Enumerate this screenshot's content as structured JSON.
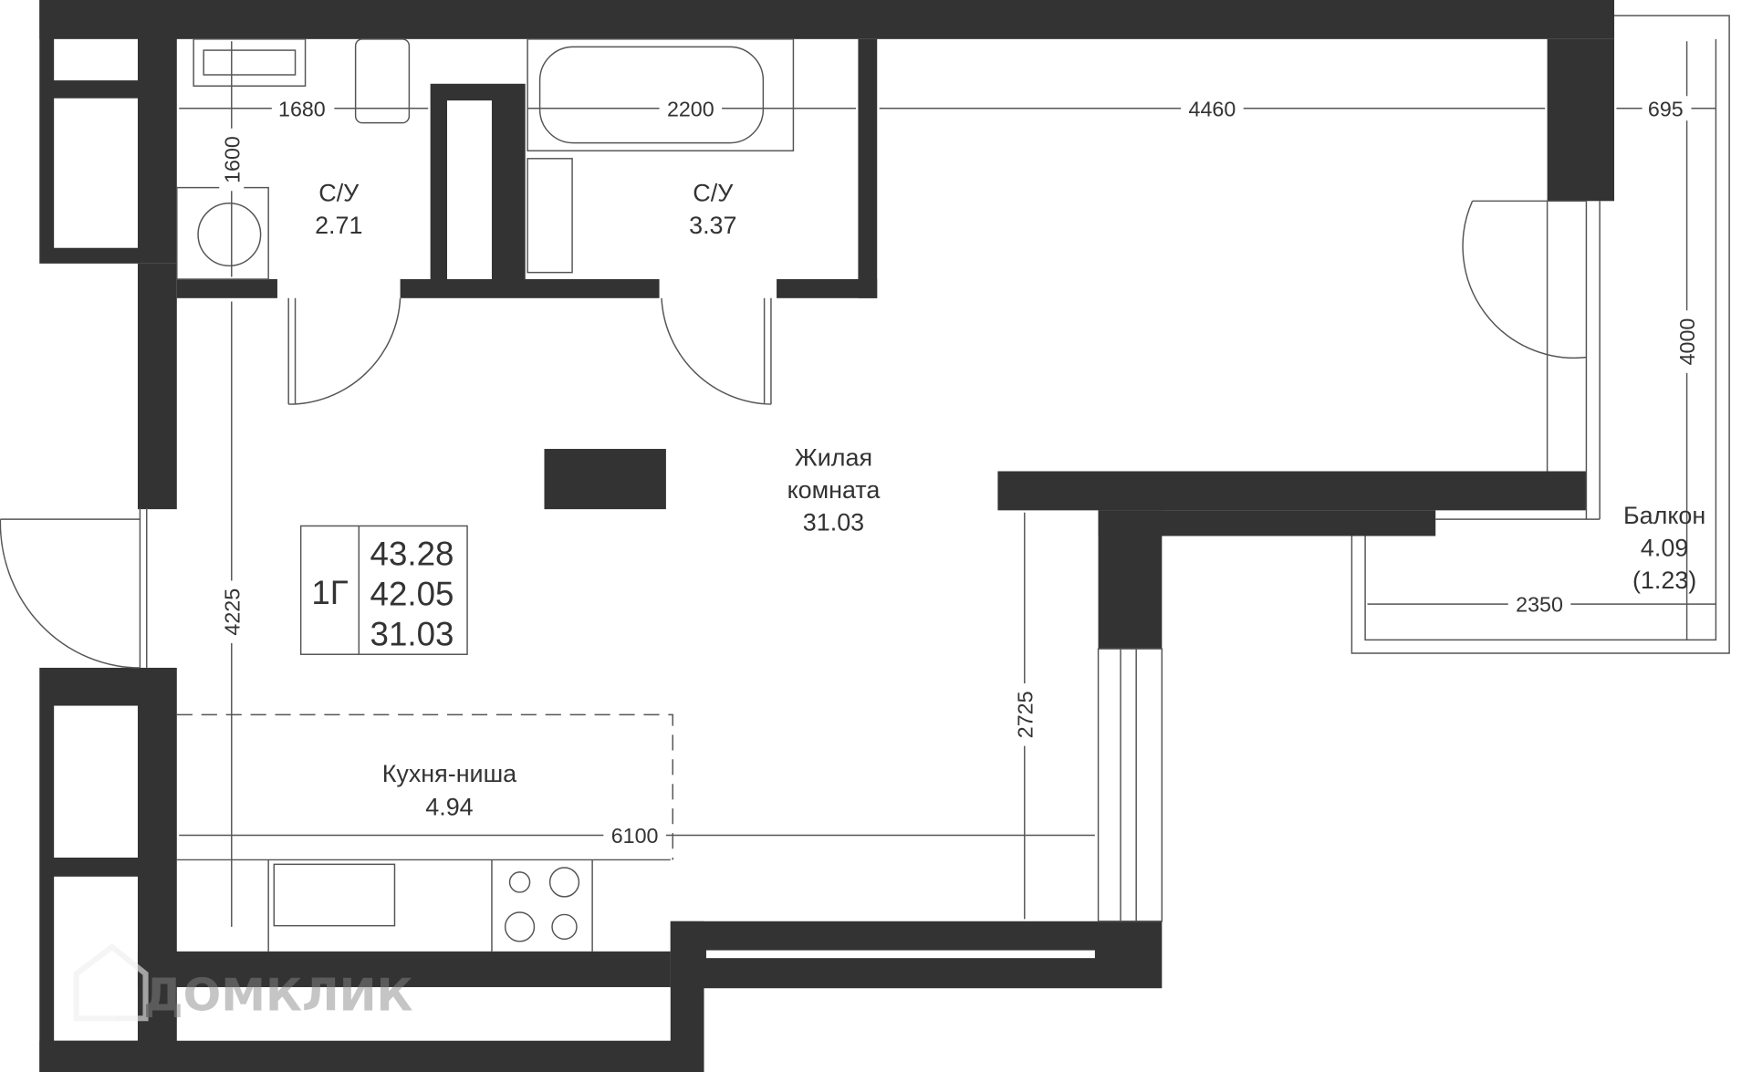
{
  "rooms": [
    {
      "name": "С/У",
      "area": "2.71"
    },
    {
      "name": "С/У",
      "area": "3.37"
    },
    {
      "name": "Жилая",
      "name2": "комната",
      "area": "31.03"
    },
    {
      "name": "Кухня-ниша",
      "area": "4.94"
    },
    {
      "name": "Балкон",
      "area": "4.09",
      "area2": "(1.23)"
    }
  ],
  "info": {
    "type": "1Г",
    "total": "43.28",
    "living_total": "42.05",
    "living": "31.03"
  },
  "dimensions": {
    "d1680": "1680",
    "d1600": "1600",
    "d2200": "2200",
    "d4460": "4460",
    "d695": "695",
    "d4000": "4000",
    "d2350": "2350",
    "d4225": "4225",
    "d2725": "2725",
    "d6100": "6100"
  },
  "watermark": "ДОМКЛИК"
}
